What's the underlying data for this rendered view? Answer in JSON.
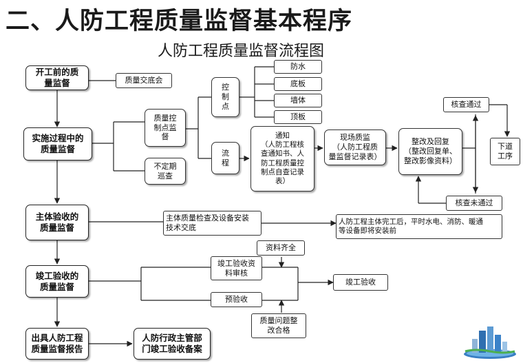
{
  "header": {
    "title": "二、人防工程质量监督基本程序",
    "subtitle": "人防工程质量监督流程图"
  },
  "stages": {
    "s1": "开工前的质\n量监督",
    "s2": "实施过程中的\n质量监督",
    "s3": "主体验收的\n质量监督",
    "s4": "竣工验收的\n质量监督",
    "s5": "出具人防工程\n质量监督报告",
    "s6": "人防行政主管部\n门竣工验收备案"
  },
  "nodes": {
    "tech_brief": "质量交底会",
    "control_point_supervision": "质量控\n制点监\n督",
    "irregular_inspection": "不定期\n巡查",
    "control_point": "控\n制\n点",
    "process": "流\n程",
    "waterproof": "防水",
    "floor_slab": "底板",
    "wall": "墙体",
    "roof_slab": "顶板",
    "notice": "通知\n（人防工程核\n查通知书、人\n防工程质量控\n制点自查记录\n表）",
    "site_supervision": "现场质监\n（人防工程质\n量监督记录表）",
    "rectify_reply": "整改及回复\n（整改回复单、\n整改影像资料）",
    "check_pass": "核查通过",
    "next_process": "下道\n工序",
    "check_fail": "核查未通过",
    "main_inspection": "主体质量检查及设备安装\n技术交底",
    "main_complete_note": "人防工程主体完工后，平时水电、消防、暖通\n等设备即将安装前",
    "docs_complete": "资料齐全",
    "completion_docs_review": "竣工验收资\n料审核",
    "pre_acceptance": "预验收",
    "completion_acceptance": "竣工验收",
    "quality_issue_fixed": "质量问题整\n改合格"
  },
  "colors": {
    "line": "#222222",
    "box_border": "#333333",
    "text": "#111111"
  }
}
